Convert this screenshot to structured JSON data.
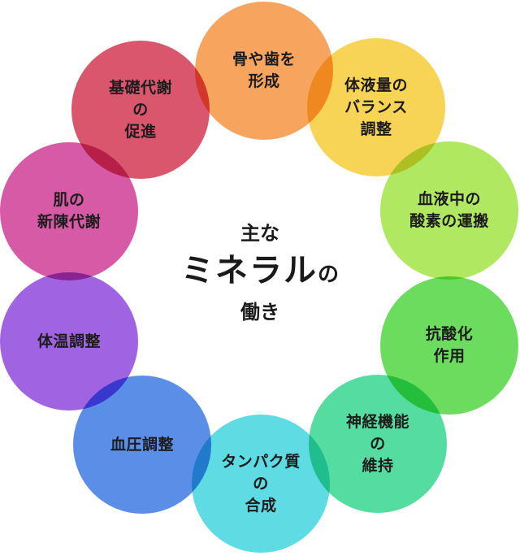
{
  "center": {
    "line1": "主な",
    "line2_main": "ミネラル",
    "line2_suffix": "の",
    "line3": "働き"
  },
  "functions": [
    {
      "label": "骨や歯を\n形成",
      "color": "#f7a45f"
    },
    {
      "label": "体液量の\nバランス\n調整",
      "color": "#f8d456"
    },
    {
      "label": "血液中の\n酸素の運搬",
      "color": "#b1e862"
    },
    {
      "label": "抗酸化\n作用",
      "color": "#6cdc5e"
    },
    {
      "label": "神経機能\nの\n維持",
      "color": "#55dca0"
    },
    {
      "label": "タンパク質\nの\n合成",
      "color": "#5fdbe3"
    },
    {
      "label": "血圧調整",
      "color": "#5b8ee6"
    },
    {
      "label": "体温調整",
      "color": "#a064e2"
    },
    {
      "label": "肌の\n新陳代謝",
      "color": "#d65aa6"
    },
    {
      "label": "基礎代謝\nの\n促進",
      "color": "#d9566c"
    }
  ]
}
